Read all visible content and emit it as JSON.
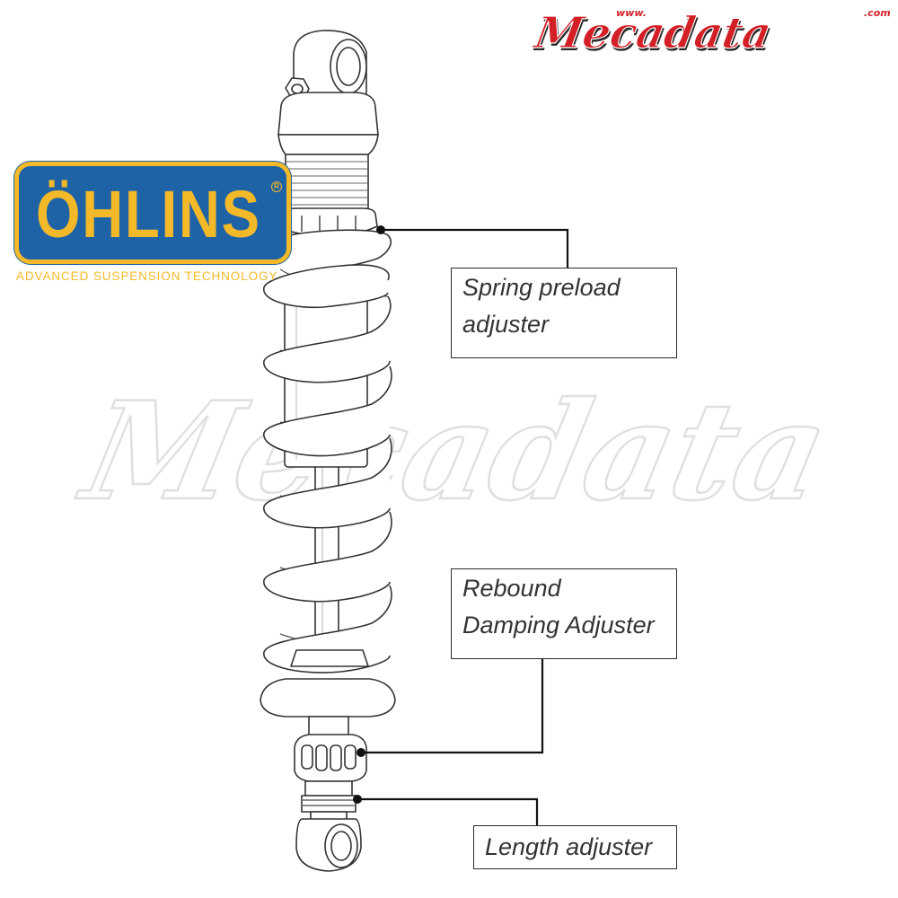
{
  "watermark": {
    "text": "Mecadata"
  },
  "brand_logo": {
    "main": "Mecadata",
    "prefix": "www.",
    "suffix": ".com"
  },
  "ohlins_logo": {
    "name": "ÖHLINS",
    "registered": "R",
    "tagline": "ADVANCED SUSPENSION TECHNOLOGY",
    "colors": {
      "badge": "#1f63a7",
      "text": "#f3b928"
    }
  },
  "callouts": {
    "spring_preload": {
      "line1": "Spring preload",
      "line2": "adjuster"
    },
    "rebound_damping": {
      "line1": "Rebound",
      "line2": "Damping Adjuster"
    },
    "length": {
      "line1": "Length adjuster"
    }
  },
  "colors": {
    "outline": "#333333",
    "leader": "#111111",
    "brand_red": "#d31f26",
    "watermark": "#e6e6e6"
  }
}
